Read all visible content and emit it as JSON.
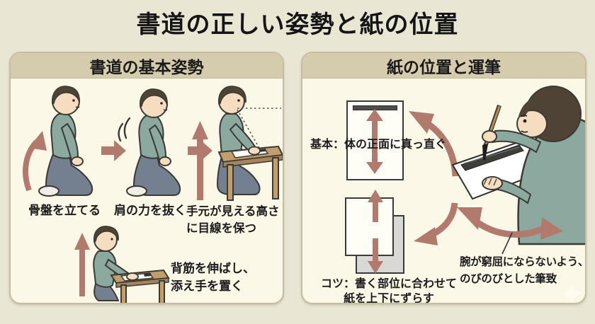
{
  "title": "書道の正しい姿勢と紙の位置",
  "left_panel": {
    "header": "書道の基本姿勢",
    "step1_label": "骨盤を立てる",
    "step2_label": "肩の力を抜く",
    "step3_label_line1": "手元が見える高さ",
    "step3_label_line2": "に目線を保つ",
    "note_line1": "背筋を伸ばし、",
    "note_line2": "添え手を置く"
  },
  "right_panel": {
    "header": "紙の位置と運筆",
    "basic_label": "基本：体の正面に真っ直ぐ",
    "tip_line1": "コツ：書く部位に合わせて",
    "tip_line2": "紙を上下にずらす",
    "note_line1": "腕が窮屈にならないよう、",
    "note_line2": "のびのびとした筆致"
  },
  "colors": {
    "background": "#e9e6d4",
    "panel_bg": "#fbf8e8",
    "panel_header_bg": "#d5ccae",
    "panel_border": "#c6bda0",
    "arrow": "#b27a6c",
    "text": "#1d1d1d",
    "shirt": "#8ca9a0",
    "pants": "#747f90",
    "hair": "#4f4335",
    "skin": "#f6ddc0",
    "desk": "#c29e6d",
    "paper": "#fefdf6",
    "paper_gray": "#d9d8d4"
  }
}
